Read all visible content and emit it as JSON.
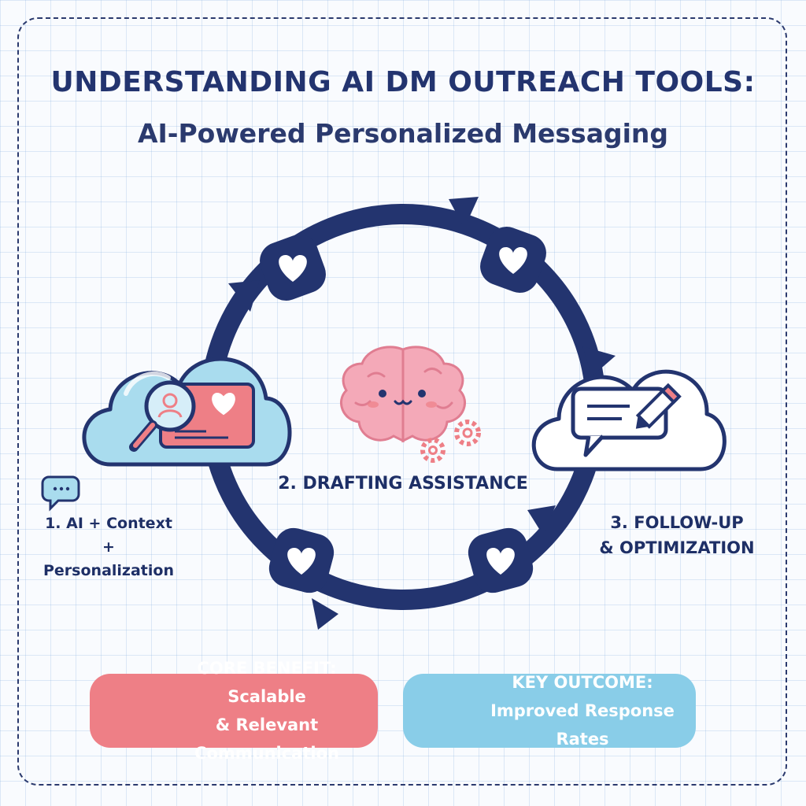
{
  "title": {
    "line1": "UNDERSTANDING AI DM OUTREACH TOOLS:",
    "line2": "AI-Powered Personalized Messaging"
  },
  "steps": [
    {
      "number": "1.",
      "line1": "AI + Context +",
      "line2": "Personalization",
      "icon": "cloud-magnifier-profile-card-icon"
    },
    {
      "number": "2.",
      "text": "DRAFTING ASSISTANCE",
      "icon": "brain-with-gears-icon"
    },
    {
      "number": "3.",
      "line1": "FOLLOW-UP",
      "line2": "& OPTIMIZATION",
      "icon": "cloud-chat-pencil-icon"
    }
  ],
  "cycle": {
    "nodes": 4,
    "node_icon": "heart-icon"
  },
  "benefit": {
    "line1": "CORE BENEFIT: Scalable",
    "line2": "& Relevant Communication",
    "icon": "skull-icon"
  },
  "outcome": {
    "line1": "KEY OUTCOME:",
    "line2": "Improved Response Rates",
    "icon": "checkmark-icon"
  },
  "colors": {
    "navy": "#23346f",
    "pink": "#ee7f86",
    "blue": "#89cde8",
    "light_blue": "#a9dcee",
    "brain_pink": "#f4a9b8"
  }
}
